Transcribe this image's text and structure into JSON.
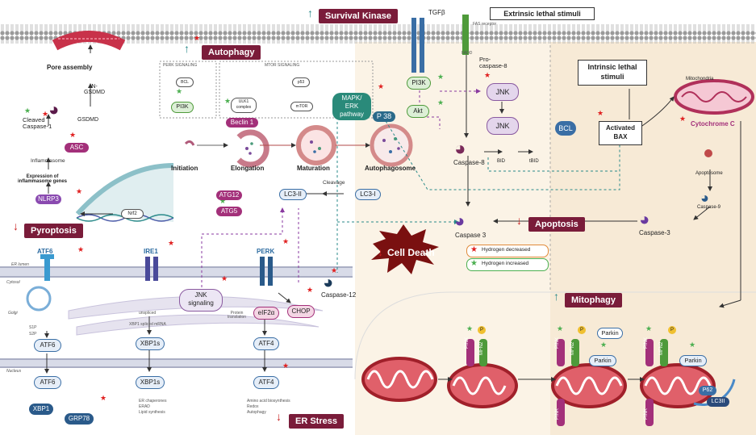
{
  "banners": {
    "survival_kinase": "Survival Kinase",
    "autophagy": "Autophagy",
    "pyroptosis": "Pyroptosis",
    "apoptosis": "Apoptosis",
    "mitophagy": "Mitophagy",
    "er_stress": "ER Stress",
    "cell_death": "Cell Death"
  },
  "boxes": {
    "extrinsic": "Extrinsic lethal stimuli",
    "intrinsic": "Intrinsic lethal stimuli",
    "activated_bax": "Activated BAX"
  },
  "pyroptosis": {
    "pore_assembly": "Pore assembly",
    "n_gsdmd": "N-\nGSDMD",
    "gsdmd": "GSDMD",
    "cleaved_caspase1": "Cleaved\nCaspase-1",
    "asc": "ASC",
    "inflammasome": "Inflammasome",
    "expression": "Expression of\ninflammasome genes",
    "nlrp3": "NLRP3",
    "nrf2": "Nrf2"
  },
  "autophagy": {
    "perk_signaling": "PERK SIGNALING",
    "mtor_signaling": "MTOR SIGNALING",
    "bcl": "BCL",
    "pi3k": "PI3K",
    "p53": "p53",
    "mtor": "mTOR",
    "ulk1": "ULK1\ncomplex",
    "beclin": "Beclin 1",
    "mapk": "MAPK/\nERK\npathway",
    "p38": "P 38",
    "initiation": "Initiation",
    "elongation": "Elongation",
    "maturation": "Maturation",
    "autophagosome": "Autophagosome",
    "atg12": "ATG12",
    "atg5": "ATG5",
    "lc3ii": "LC3-II",
    "lc3i": "LC3-I",
    "cleavage": "Cleavage"
  },
  "survival": {
    "tgfb": "TGFβ",
    "pi3k": "PI3K",
    "akt": "Akt",
    "fas_receptor": "FAS receptor",
    "fadd": "FADD",
    "procaspase8": "Pro-\ncaspase-8",
    "jnk1": "JNK",
    "jnk2": "JNK",
    "bcl": "BCL",
    "caspase8": "Caspase-8",
    "bid": "BID",
    "tbid": "tBID"
  },
  "mito": {
    "mitochondria": "Mitochondria",
    "cytochrome_c": "Cytochrome C",
    "apoptosome": "Apoptosome",
    "caspase9": "Caspase-9",
    "caspase3_right": "Caspase-3",
    "caspase3_mid": "Caspase 3"
  },
  "legend": {
    "decreased": "Hydrogen decreased",
    "increased": "Hydrogen increased"
  },
  "er": {
    "er_lumen": "ER lumen",
    "cytosol": "Cytosol",
    "golgi": "Golgi",
    "nucleus": "Nucleus",
    "s1p": "S1P",
    "s2p": "S2P",
    "atf6_top": "ATF6",
    "atf6_mid": "ATF6",
    "atf6_nuc": "ATF6",
    "xbp1": "XBP1",
    "grp78": "GRP78",
    "ire1": "IRE1",
    "unspliced": "unspliced",
    "spliced": "XBP1 spliced mRNA",
    "xbp1s": "XBP1s",
    "xbp1s_nuc": "XBP1s",
    "xbp1s_out": "ER chaperones\nERAD\nLipid synthesis",
    "jnk_sig": "JNK\nsignaling",
    "perk": "PERK",
    "protein_trans": "Protein\ntranslation",
    "eif2a": "eIF2α",
    "atf4": "ATF4",
    "atf4_nuc": "ATF4",
    "atf4_out": "Amino acid biosynthesis\nRedox\nAutophagy",
    "chop": "CHOP",
    "caspase12": "Caspase-12"
  },
  "mitophagy": {
    "pink1": "PINK",
    "mfn1": "MFN2",
    "pink2": "PINK",
    "mfn2": "MFN2",
    "parkin_a": "Parkin",
    "parkin_b": "Parkin",
    "pink3": "PINK",
    "pink4": "PINK",
    "mfn3": "MFN2",
    "parkin_c": "Parkin",
    "pink5": "PINK",
    "p62": "P62",
    "lc3ii": "LC3II",
    "p": "P"
  },
  "colors": {
    "banner": "#7a1c3a",
    "membrane": "#8c8c8c",
    "purple_caspase": "#5b3a78",
    "magenta": "#a3307a",
    "green": "#4e9a3a",
    "blue": "#3a6ea5",
    "red_star": "#e02020",
    "green_star": "#4caf50",
    "apoptosis_bg": "#fbf2e3"
  }
}
